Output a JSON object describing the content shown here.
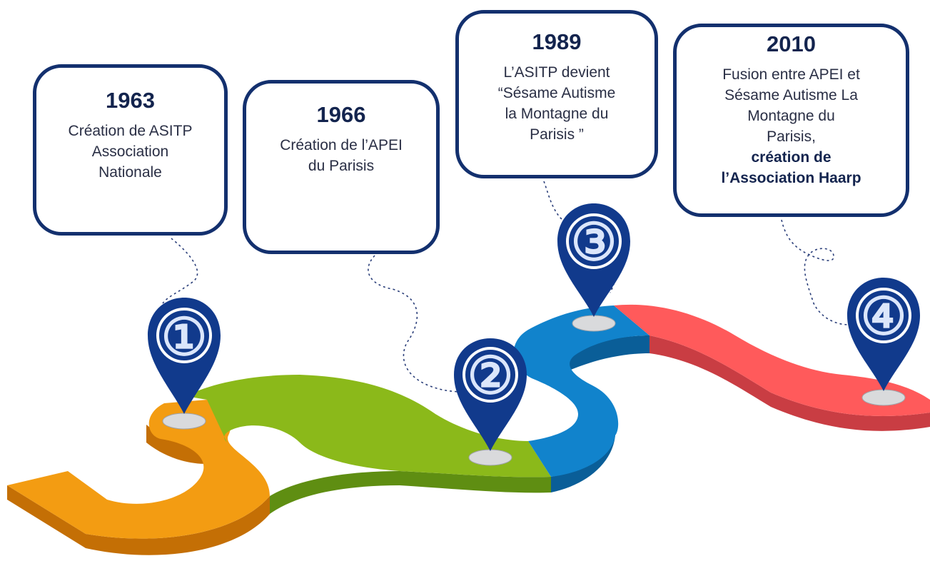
{
  "milestones": [
    {
      "number": "①",
      "year": "1963",
      "lines": [
        "Création de ASITP",
        "Association",
        "Nationale"
      ],
      "bold_lines": []
    },
    {
      "number": "②",
      "year": "1966",
      "lines": [
        "Création de l’APEI",
        "du Parisis"
      ],
      "bold_lines": []
    },
    {
      "number": "③",
      "year": "1989",
      "lines": [
        "L’ASITP devient",
        "“Sésame Autisme",
        "la Montagne du",
        "Parisis ”"
      ],
      "bold_lines": []
    },
    {
      "number": "④",
      "year": "2010",
      "lines": [
        "Fusion entre APEI et",
        "Sésame Autisme La",
        "Montagne du",
        "Parisis,"
      ],
      "bold_lines": [
        "création de",
        "l’Association Haarp"
      ]
    }
  ],
  "colors": {
    "segment_1": "#f39c12",
    "segment_2": "#8bb91a",
    "segment_3": "#1183cc",
    "segment_4": "#ff5a5b",
    "pin": "#113a8c",
    "card_border": "#13306e"
  },
  "icons": [
    "map-pin-icon"
  ]
}
